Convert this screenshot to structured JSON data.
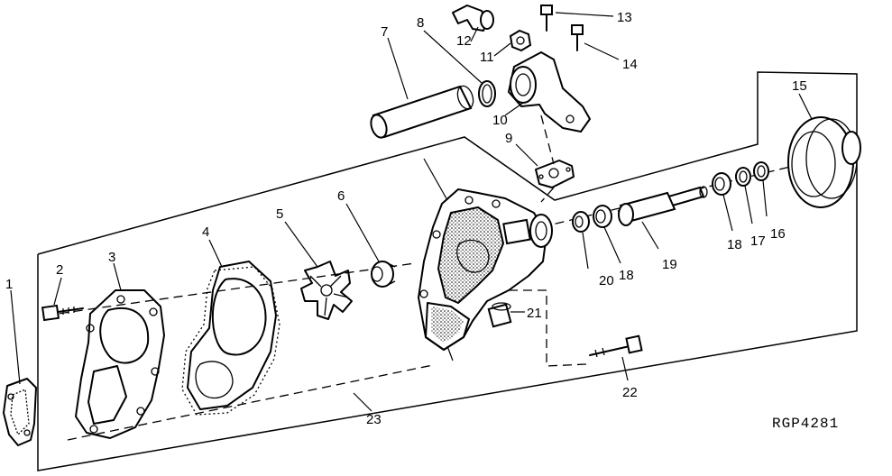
{
  "diagram": {
    "reference_code": "RGP4281",
    "callouts": [
      "1",
      "2",
      "3",
      "4",
      "5",
      "6",
      "7",
      "8",
      "9",
      "10",
      "11",
      "12",
      "13",
      "14",
      "15",
      "16",
      "17",
      "18",
      "18",
      "19",
      "20",
      "21",
      "22",
      "23"
    ]
  }
}
